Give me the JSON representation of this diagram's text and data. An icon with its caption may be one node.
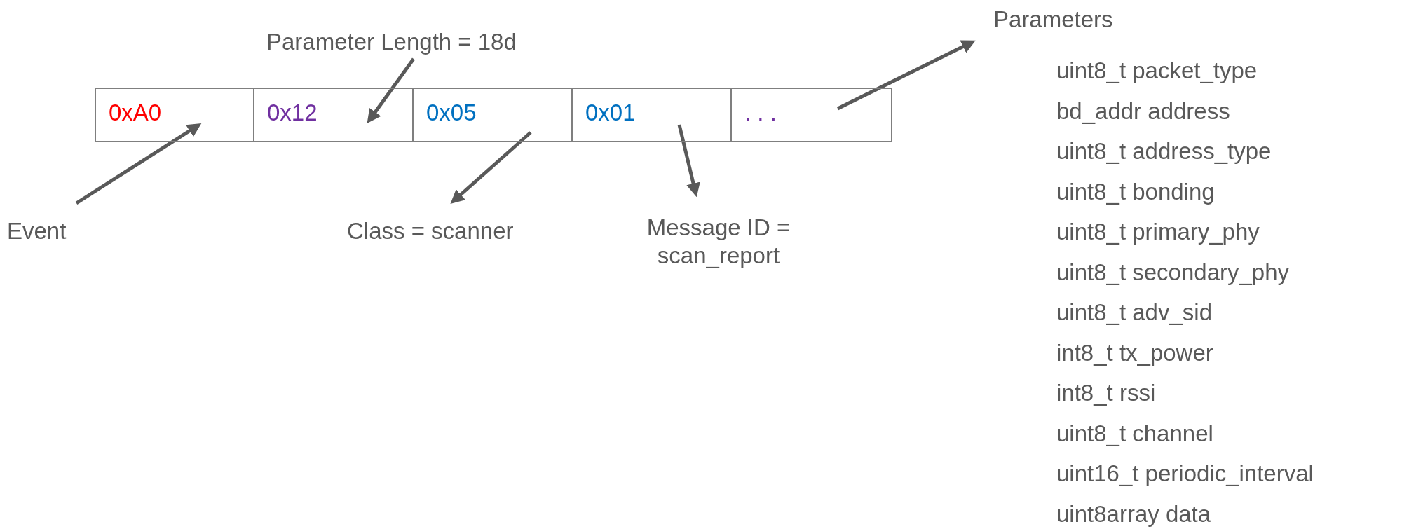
{
  "diagram": {
    "nodes": [
      {
        "text": [
          "0xA0"
        ]
      },
      {
        "text": [
          "0x12"
        ]
      },
      {
        "text": [
          "0x05"
        ]
      },
      {
        "text": [
          "0x01"
        ]
      },
      {
        "text": [
          ". . ."
        ]
      },
      {
        "text": [
          "Parameter Length = 18d"
        ]
      },
      {
        "text": [
          "Event"
        ]
      },
      {
        "text": [
          "Class = scanner"
        ]
      },
      {
        "text": [
          "Message ID = scan_report"
        ]
      },
      {
        "text": [
          "Parameters"
        ]
      }
    ],
    "edges": [
      {
        "from": 6,
        "to": 0,
        "arrow": "to"
      },
      {
        "from": 5,
        "to": 1,
        "arrow": "to"
      },
      {
        "from": 2,
        "to": 7,
        "arrow": "to"
      },
      {
        "from": 3,
        "to": 8,
        "arrow": "to"
      },
      {
        "from": 4,
        "to": 9,
        "arrow": "to"
      }
    ],
    "labels": [
      "uint8_t packet_type",
      "bd_addr address",
      "uint8_t address_type",
      "uint8_t bonding",
      "uint8_t primary_phy",
      "uint8_t secondary_phy",
      "uint8_t adv_sid",
      "int8_t tx_power",
      "int8_t rssi",
      "uint8_t channel",
      "uint16_t periodic_interval",
      "uint8array data"
    ]
  }
}
